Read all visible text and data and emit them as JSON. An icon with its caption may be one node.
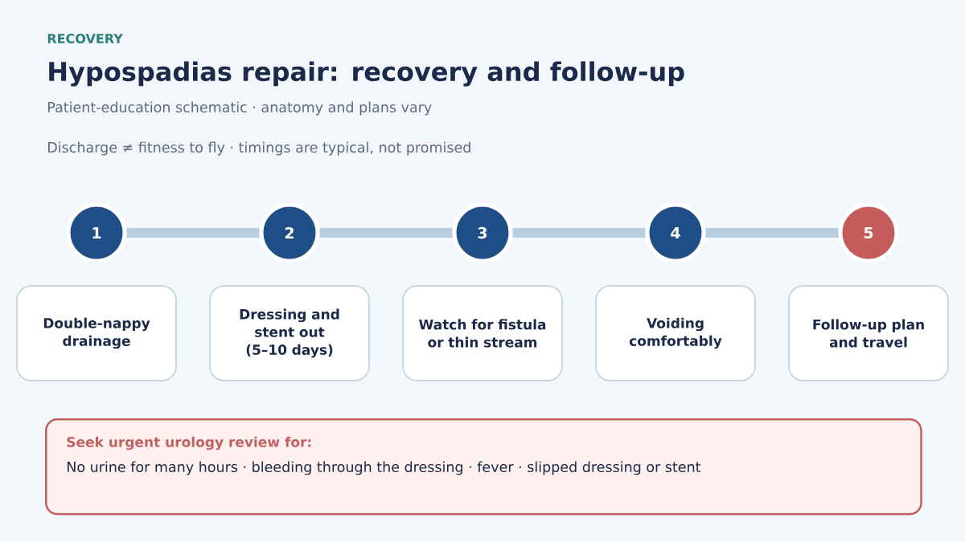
{
  "diagram": {
    "title": "Hypospadias repair: recovery and follow-up",
    "nodes": [
      {
        "text": [
          "1"
        ]
      },
      {
        "text": [
          "2"
        ]
      },
      {
        "text": [
          "3"
        ]
      },
      {
        "text": [
          "4"
        ]
      },
      {
        "text": [
          "5"
        ]
      },
      {
        "text": [
          "Double-nappy drainage"
        ]
      },
      {
        "text": [
          "Dressing and stent out (5–10 days)"
        ]
      },
      {
        "text": [
          "Watch for fistula or thin stream"
        ]
      },
      {
        "text": [
          "Voiding comfortably"
        ]
      },
      {
        "text": [
          "Follow-up plan and travel"
        ]
      },
      {
        "text": [
          "Seek urgent urology review for:",
          "No urine for many hours · bleeding through the dressing · fever · slipped dressing or stent"
        ]
      }
    ],
    "edges": [
      {
        "from": 0,
        "to": 1,
        "arrow": "none"
      },
      {
        "from": 1,
        "to": 2,
        "arrow": "none"
      },
      {
        "from": 2,
        "to": 3,
        "arrow": "none"
      },
      {
        "from": 3,
        "to": 4,
        "arrow": "none"
      }
    ],
    "labels": [
      "RECOVERY",
      "Patient-education schematic · anatomy and plans vary",
      "Discharge ≠ fitness to fly · timings are typical, not promised"
    ]
  }
}
